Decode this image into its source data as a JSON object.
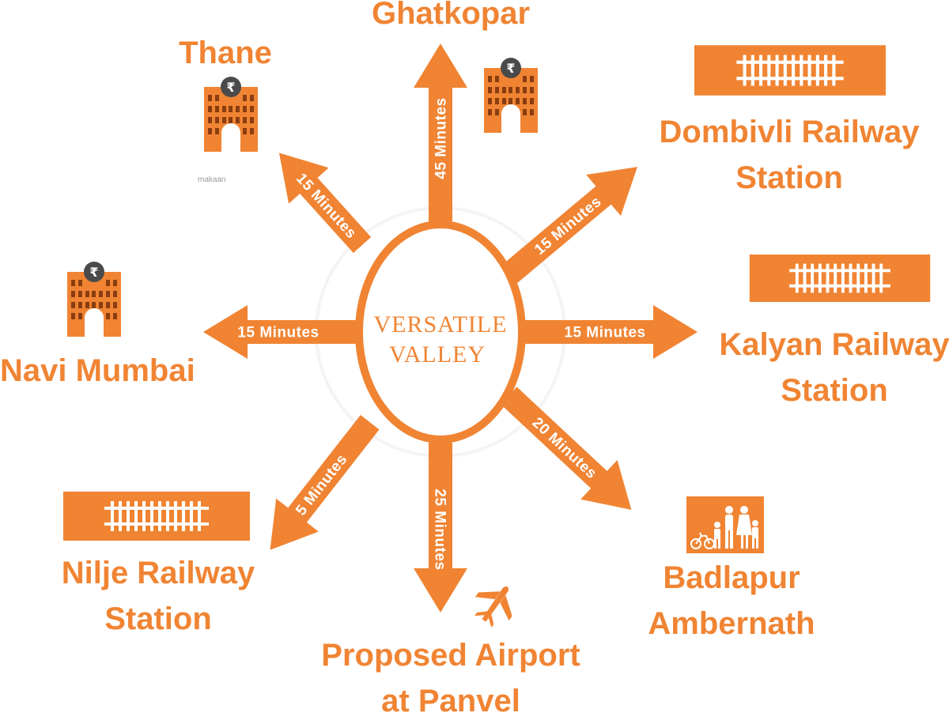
{
  "colors": {
    "accent": "#f08433",
    "white": "#ffffff"
  },
  "center": {
    "line1": "VERSATILE",
    "line2": "VALLEY"
  },
  "watermark": "makaan",
  "routes": [
    {
      "time": "45 Minutes",
      "destination": [
        "Ghatkopar"
      ],
      "icon": "bank-building-icon"
    },
    {
      "time": "15 Minutes",
      "destination": [
        "Dombivli Railway",
        "Station"
      ],
      "icon": "railway-track-icon"
    },
    {
      "time": "15 Minutes",
      "destination": [
        "Kalyan Railway",
        "Station"
      ],
      "icon": "railway-track-icon"
    },
    {
      "time": "20 Minutes",
      "destination": [
        "Badlapur",
        "Ambernath"
      ],
      "icon": "family-icon"
    },
    {
      "time": "25 Minutes",
      "destination": [
        "Proposed Airport",
        "at Panvel"
      ],
      "icon": "airplane-icon"
    },
    {
      "time": "5 Minutes",
      "destination": [
        "Nilje Railway",
        "Station"
      ],
      "icon": "railway-track-icon"
    },
    {
      "time": "15 Minutes",
      "destination": [
        "Navi Mumbai"
      ],
      "icon": "bank-building-icon"
    },
    {
      "time": "15 Minutes",
      "destination": [
        "Thane"
      ],
      "icon": "bank-building-icon"
    }
  ]
}
